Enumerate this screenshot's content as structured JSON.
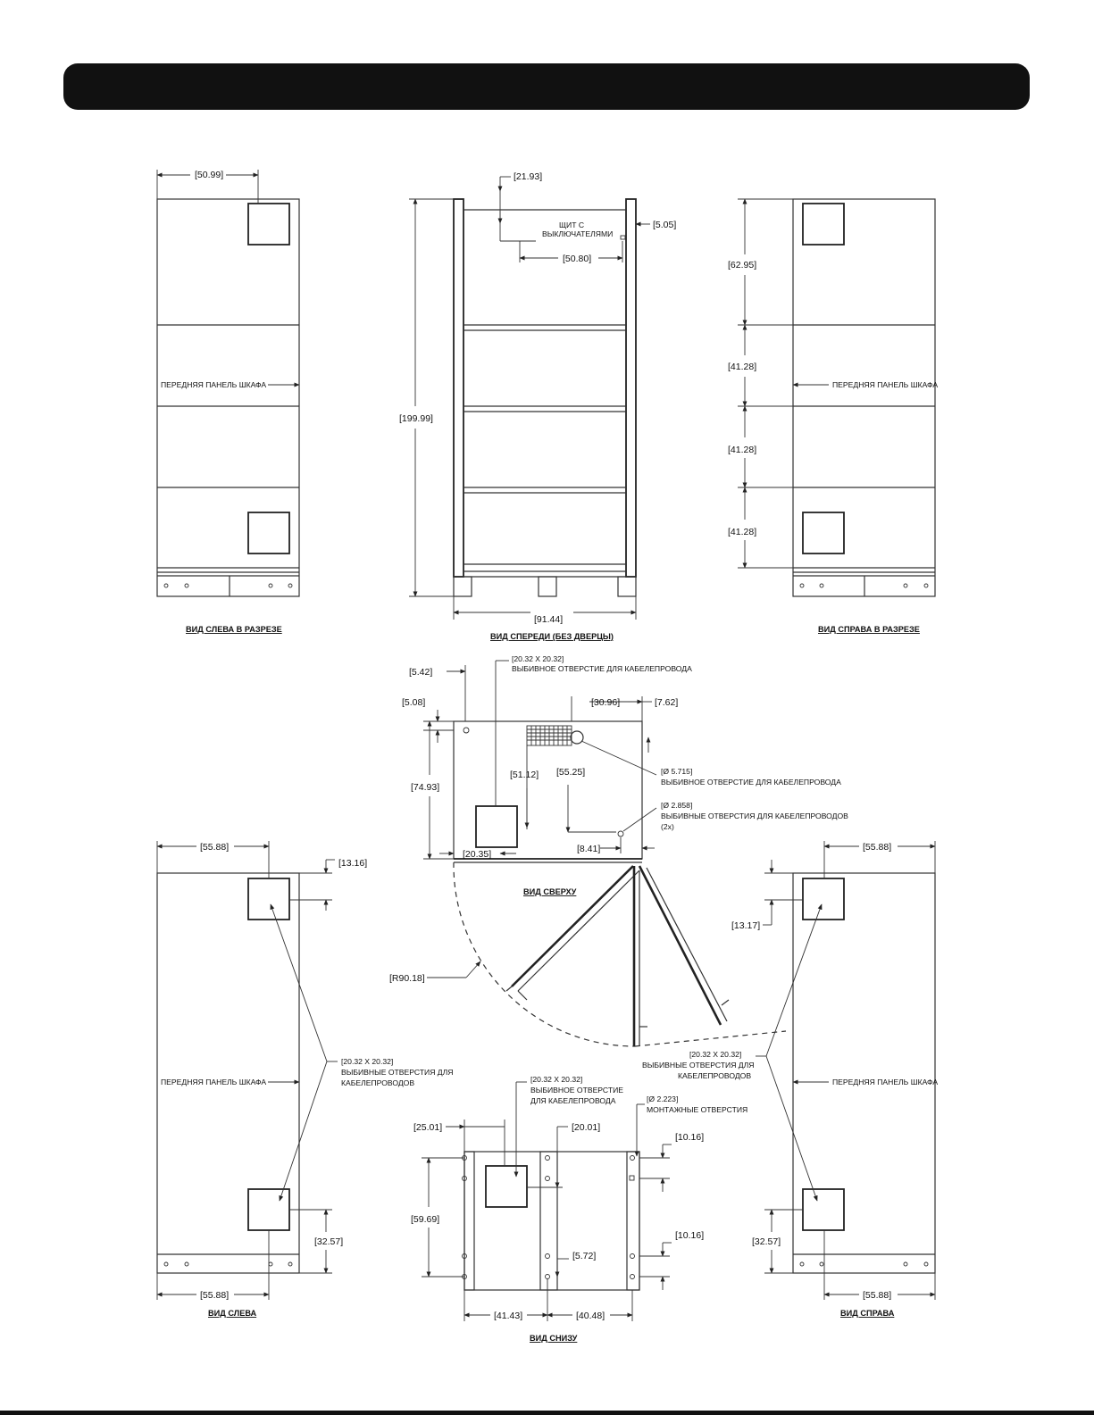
{
  "front_panel": "ПЕРЕДНЯЯ ПАНЕЛЬ ШКАФА",
  "panelboard": [
    "ЩИТ С",
    "ВЫКЛЮЧАТЕЛЯМИ"
  ],
  "captions": {
    "left_section": "ВИД СЛЕВА В РАЗРЕЗЕ",
    "front": "ВИД СПЕРЕДИ (БЕЗ ДВЕРЦЫ)",
    "right_section": "ВИД СПРАВА В РАЗРЕЗЕ",
    "top": "ВИД СВЕРХУ",
    "left": "ВИД СЛЕВА",
    "bottom": "ВИД СНИЗУ",
    "right": "ВИД СПРАВА"
  },
  "dims": {
    "d50_99": "[50.99]",
    "d21_93": "[21.93]",
    "d5_05": "[5.05]",
    "d50_80": "[50.80]",
    "d199_99": "[199.99]",
    "d91_44": "[91.44]",
    "d62_95": "[62.95]",
    "d41_28": "[41.28]",
    "d5_42": "[5.42]",
    "d5_08": "[5.08]",
    "d30_96": "[30.96]",
    "d7_62": "[7.62]",
    "d74_93": "[74.93]",
    "d51_12": "[51.12]",
    "d55_25": "[55.25]",
    "d20_35": "[20.35]",
    "d8_41": "[8.41]",
    "d55_88": "[55.88]",
    "d13_16": "[13.16]",
    "d13_17": "[13.17]",
    "d32_57": "[32.57]",
    "r90_18": "[R90.18]",
    "d25_01": "[25.01]",
    "d20_01": "[20.01]",
    "d10_16": "[10.16]",
    "d59_69": "[59.69]",
    "d5_72": "[5.72]",
    "d41_43": "[41.43]",
    "d40_48": "[40.48]"
  },
  "notes": {
    "ko_top": [
      "[20.32 X 20.32]",
      "ВЫБИВНОЕ ОТВЕРСТИЕ ДЛЯ КАБЕЛЕПРОВОДА"
    ],
    "ko_round": [
      "[Ø 5.715]",
      "ВЫБИВНОЕ ОТВЕРСТИЕ ДЛЯ КАБЕЛЕПРОВОДА"
    ],
    "ko_small": [
      "[Ø 2.858]",
      "ВЫБИВНЫЕ ОТВЕРСТИЯ ДЛЯ КАБЕЛЕПРОВОДОВ",
      "(2x)"
    ],
    "ko_left": [
      "[20.32 X 20.32]",
      "ВЫБИВНЫЕ ОТВЕРСТИЯ ДЛЯ",
      "КАБЕЛЕПРОВОДОВ"
    ],
    "ko_right": [
      "[20.32 X 20.32]",
      "ВЫБИВНЫЕ ОТВЕРСТИЯ ДЛЯ",
      "КАБЕЛЕПРОВОДОВ"
    ],
    "ko_bottom": [
      "[20.32 X 20.32]",
      "ВЫБИВНОЕ ОТВЕРСТИЕ",
      "ДЛЯ КАБЕЛЕПРОВОДА"
    ],
    "mount": [
      "[Ø 2.223]",
      "МОНТАЖНЫЕ ОТВЕРСТИЯ"
    ]
  }
}
